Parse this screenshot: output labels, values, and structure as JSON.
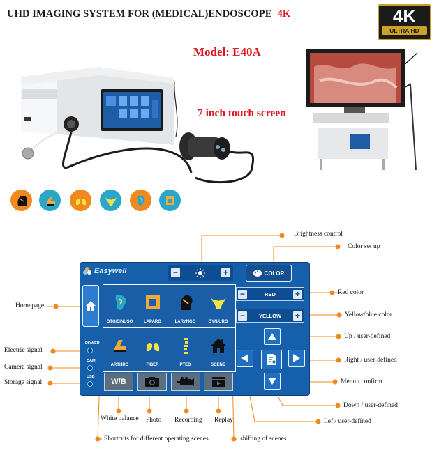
{
  "header": {
    "title": "UHD IMAGING SYSTEM FOR (MEDICAL)ENDOSCOPE",
    "title_4k": "4K",
    "badge_main": "4K",
    "badge_sub": "ULTRA HD",
    "model": "Model: E40A",
    "screen_caption": "7 inch touch screen"
  },
  "scene_icons": [
    "head-icon",
    "joint-icon",
    "lungs-icon",
    "uterus-icon",
    "ear-icon",
    "intestine-icon"
  ],
  "panel": {
    "brand": "Easywell",
    "side_labels": [
      "POWER",
      "CAM",
      "USB"
    ],
    "color_button": "COLOR",
    "red_label": "RED",
    "yellow_label": "YELLOW",
    "functions": [
      "W/B"
    ],
    "scenes": [
      {
        "label": "OTO/SINUSO",
        "icon": "ear-icon"
      },
      {
        "label": "LAPARO",
        "icon": "intestine-icon"
      },
      {
        "label": "LARYNGO",
        "icon": "head-icon"
      },
      {
        "label": "GYN/URO",
        "icon": "uterus-icon"
      },
      {
        "label": "ARTHRO",
        "icon": "joint-icon"
      },
      {
        "label": "FIBER",
        "icon": "lungs-icon"
      },
      {
        "label": "PTED",
        "icon": "spine-icon"
      },
      {
        "label": "SCENE",
        "icon": "home-scene-icon"
      }
    ]
  },
  "callouts": {
    "brightness": "Brightness control",
    "color_setup": "Color set up",
    "red": "Red color",
    "yellow_blue": "Yellow/blue color",
    "up": "Up / user-defined",
    "right": "Right / user-defined",
    "menu": "Menu / confirm",
    "down": "Down / user-defined",
    "left": "Lef / user-defined",
    "homepage": "Homepage",
    "electric": "Electric signal",
    "camera": "Camera signal",
    "storage": "Storage signal",
    "white_balance": "White balance",
    "photo": "Photo",
    "recording": "Recording",
    "replay": "Replay",
    "shortcuts": "Shortcuts for different operating scenes",
    "shifting": "shifting of scenes"
  },
  "colors": {
    "accent_red": "#e0141e",
    "panel_blue": "#1660ab",
    "callout_orange": "#f0891c"
  }
}
